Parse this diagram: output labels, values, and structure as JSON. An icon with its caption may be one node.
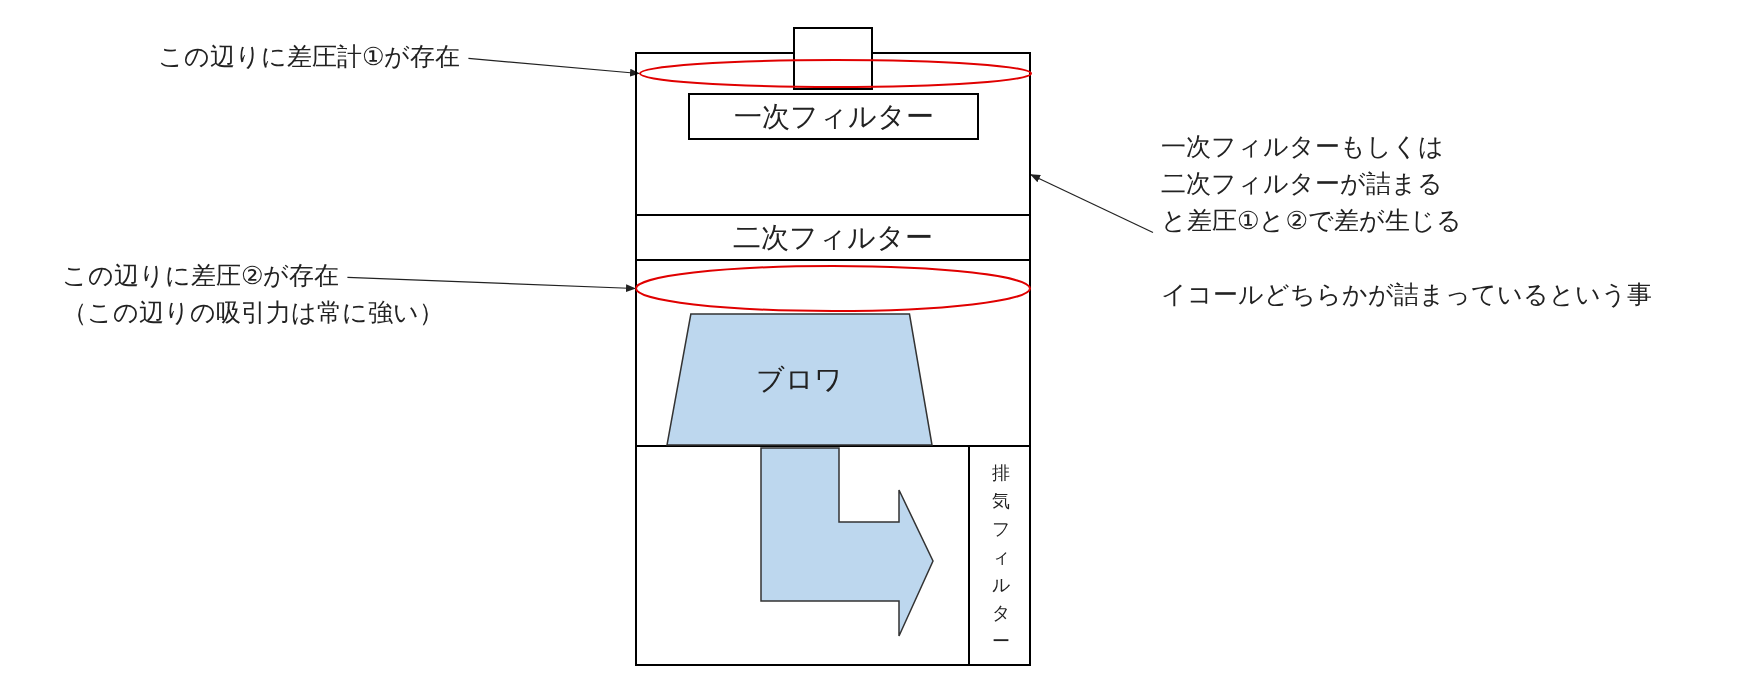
{
  "diagram": {
    "nodes": [
      {
        "text": [],
        "shape": "box"
      },
      {
        "text": [],
        "shape": "box"
      },
      {
        "text": [
          "一次フィルター"
        ],
        "in": 0
      },
      {
        "text": [
          "二次フィルター"
        ],
        "in": 0
      },
      {
        "text": [],
        "shape": "ellipse",
        "in": 0
      },
      {
        "text": [],
        "shape": "ellipse",
        "in": 0
      },
      {
        "text": [
          "ブロワ"
        ],
        "in": 0
      },
      {
        "text": [
          "排気フィルター"
        ],
        "in": 0
      },
      {
        "text": [
          "この辺りに差圧計①が存在"
        ]
      },
      {
        "text": [
          "この辺りに差圧②が存在",
          "（この辺りの吸引力は常に強い）"
        ]
      },
      {
        "text": [
          "一次フィルターもしくは二次フィルターが詰まると差圧①と②で差が生じる",
          "イコールどちらかが詰まっているという事"
        ]
      }
    ],
    "edges": [
      {
        "from": 8,
        "to": 4,
        "arrow": "to"
      },
      {
        "from": 9,
        "to": 5,
        "arrow": "to"
      },
      {
        "from": 10,
        "to": 0,
        "arrow": "to"
      }
    ]
  }
}
